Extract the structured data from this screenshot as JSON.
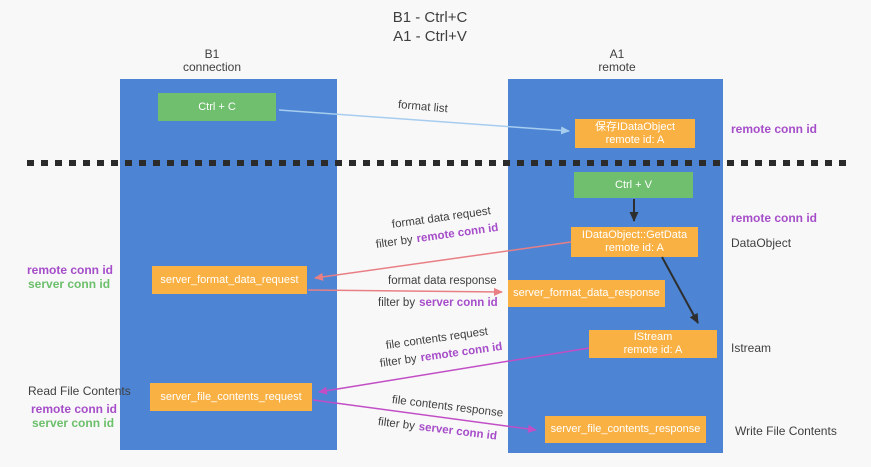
{
  "title": {
    "line1": "B1 - Ctrl+C",
    "line2": "A1 - Ctrl+V"
  },
  "columns": {
    "left": {
      "name": "B1",
      "role": "connection"
    },
    "right": {
      "name": "A1",
      "role": "remote"
    }
  },
  "nodes": {
    "ctrl_c": {
      "label": "Ctrl + C"
    },
    "save_idataobject": {
      "line1": "保存IDataObject",
      "line2": "remote id: A"
    },
    "ctrl_v": {
      "label": "Ctrl + V"
    },
    "getdata": {
      "line1": "IDataObject::GetData",
      "line2": "remote id: A"
    },
    "format_request": {
      "label": "server_format_data_request"
    },
    "format_response": {
      "label": "server_format_data_response"
    },
    "istream": {
      "line1": "IStream",
      "line2": "remote id: A"
    },
    "file_request": {
      "label": "server_file_contents_request"
    },
    "file_response": {
      "label": "server_file_contents_response"
    }
  },
  "side_labels": {
    "remote_conn_id_top": "remote conn id",
    "remote_conn_id_mid": "remote conn id",
    "dataobject": "DataObject",
    "istream": "Istream",
    "write_file_contents": "Write File Contents",
    "read_file_contents": "Read File Contents",
    "left_remote_conn_id_1": "remote conn id",
    "left_server_conn_id_1": "server conn id",
    "left_remote_conn_id_2": "remote conn id",
    "left_server_conn_id_2": "server conn id"
  },
  "arrow_labels": {
    "format_list": "format list",
    "format_data_request": "format data request",
    "format_data_response": "format data response",
    "file_contents_request": "file contents request",
    "file_contents_response": "file contents response",
    "filter_by": "filter by",
    "remote_conn_id": "remote conn id",
    "server_conn_id": "server conn id"
  },
  "colors": {
    "background": "#f8f8f8",
    "column_blue": "#4d85d4",
    "box_green": "#70bf6f",
    "box_orange": "#f9b144",
    "box_text": "#ffffff",
    "arrow_lightblue": "#a6cdef",
    "arrow_black": "#2e2e2e",
    "arrow_salmon": "#e87f85",
    "arrow_magenta": "#c24ec6",
    "text_purple": "#a64dc9",
    "text_green": "#6cbf6b",
    "text_dark": "#3f3f3f",
    "dash_black": "#2b2b2b"
  }
}
